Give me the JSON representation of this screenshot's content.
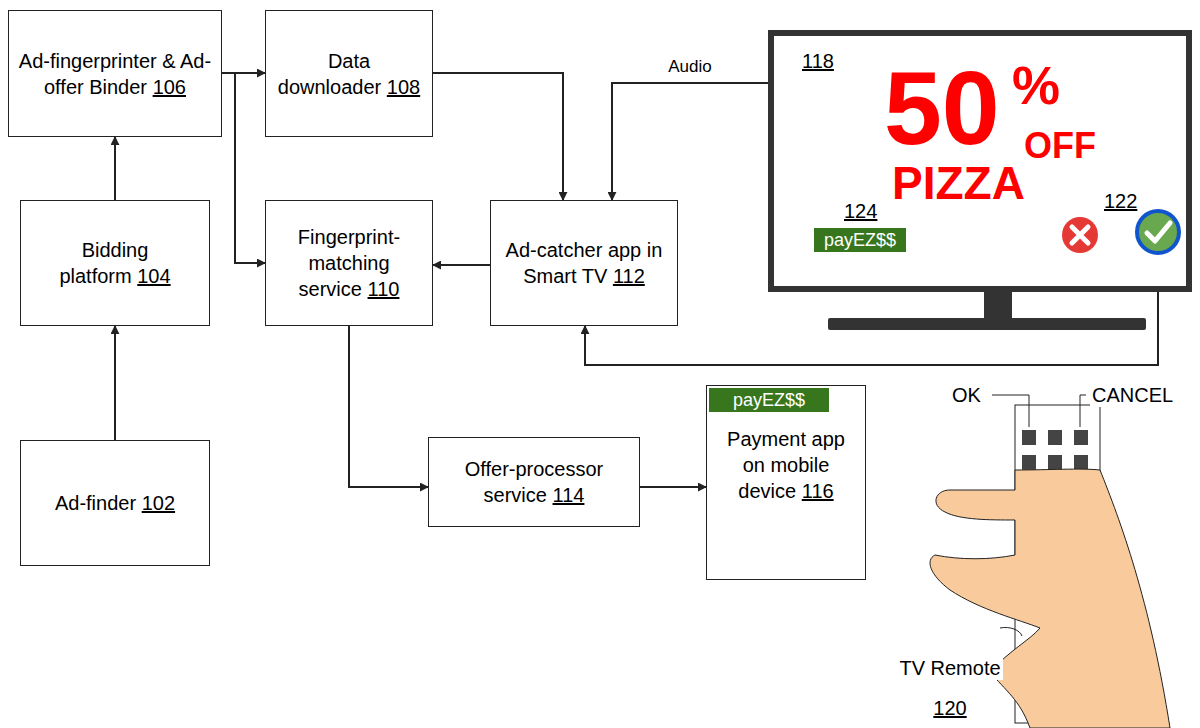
{
  "diagram": {
    "nodes": [
      {
        "text": [
          "Ad-fingerprinter & Ad-offer Binder",
          "106"
        ]
      },
      {
        "text": [
          "Data downloader",
          "108"
        ]
      },
      {
        "text": [
          "Bidding platform",
          "104"
        ]
      },
      {
        "text": [
          "Fingerprint-matching service",
          "110"
        ]
      },
      {
        "text": [
          "Ad-catcher app in Smart TV",
          "112"
        ]
      },
      {
        "text": [
          "Ad-finder",
          "102"
        ]
      },
      {
        "text": [
          "Offer-processor service",
          "114"
        ]
      },
      {
        "text": [
          "payEZ$$",
          "Payment app on mobile device",
          "116"
        ]
      },
      {
        "text": [
          "118",
          "50",
          "%",
          "OFF",
          "PIZZA",
          "124",
          "payEZ$$",
          "122"
        ]
      }
    ],
    "edges": [
      {
        "from": 2,
        "to": 0,
        "arrow": "to"
      },
      {
        "from": 5,
        "to": 2,
        "arrow": "to"
      },
      {
        "from": 0,
        "to": 1,
        "arrow": "to"
      },
      {
        "from": 0,
        "to": 3,
        "arrow": "to"
      },
      {
        "from": 1,
        "to": 4,
        "arrow": "to"
      },
      {
        "from": 8,
        "to": 4,
        "label": "Audio",
        "arrow": "to"
      },
      {
        "from": 4,
        "to": 3,
        "arrow": "to"
      },
      {
        "from": 3,
        "to": 6,
        "arrow": "to"
      },
      {
        "from": 6,
        "to": 7,
        "arrow": "to"
      },
      {
        "from": 8,
        "to": 4,
        "arrow": "to"
      }
    ],
    "labels": [
      "OK",
      "CANCEL",
      "TV Remote",
      "120"
    ]
  }
}
